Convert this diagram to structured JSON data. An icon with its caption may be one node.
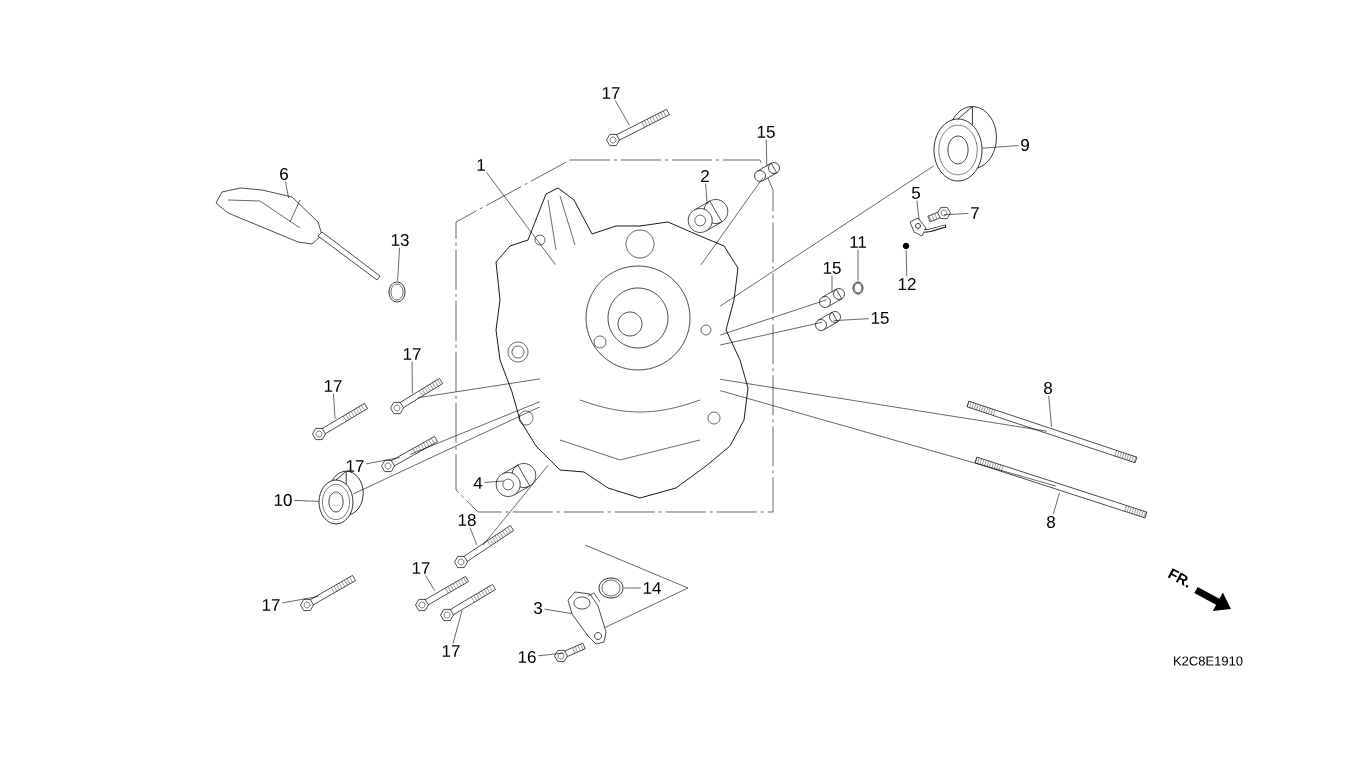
{
  "diagram": {
    "nodes": [
      {
        "text": [
          "17"
        ]
      },
      {
        "text": [],
        "shape": "picture"
      },
      {
        "text": [
          "1"
        ]
      },
      {
        "text": [],
        "shape": "picture"
      },
      {
        "text": [
          "15"
        ]
      },
      {
        "text": [],
        "shape": "picture"
      },
      {
        "text": [
          "2"
        ]
      },
      {
        "text": [],
        "shape": "picture"
      },
      {
        "text": [
          "6"
        ]
      },
      {
        "text": [],
        "shape": "picture"
      },
      {
        "text": [
          "13"
        ]
      },
      {
        "text": [],
        "shape": "picture"
      },
      {
        "text": [
          "9"
        ]
      },
      {
        "text": [],
        "shape": "picture"
      },
      {
        "text": [
          "5"
        ]
      },
      {
        "text": [],
        "shape": "picture"
      },
      {
        "text": [
          "7"
        ]
      },
      {
        "text": [],
        "shape": "picture"
      },
      {
        "text": [
          "11"
        ]
      },
      {
        "text": [],
        "shape": "picture"
      },
      {
        "text": [
          "12"
        ]
      },
      {
        "text": [],
        "shape": "picture"
      },
      {
        "text": [
          "15"
        ]
      },
      {
        "text": [],
        "shape": "picture"
      },
      {
        "text": [
          "15"
        ]
      },
      {
        "text": [],
        "shape": "picture"
      },
      {
        "text": [
          "17"
        ]
      },
      {
        "text": [],
        "shape": "picture"
      },
      {
        "text": [
          "17"
        ]
      },
      {
        "text": [],
        "shape": "picture"
      },
      {
        "text": [
          "8"
        ]
      },
      {
        "text": [],
        "shape": "picture"
      },
      {
        "text": [
          "17"
        ]
      },
      {
        "text": [],
        "shape": "picture"
      },
      {
        "text": [
          "4"
        ]
      },
      {
        "text": [],
        "shape": "picture"
      },
      {
        "text": [
          "10"
        ]
      },
      {
        "text": [],
        "shape": "picture"
      },
      {
        "text": [
          "18"
        ]
      },
      {
        "text": [],
        "shape": "picture"
      },
      {
        "text": [
          "17"
        ]
      },
      {
        "text": [],
        "shape": "picture"
      },
      {
        "text": [
          "8"
        ]
      },
      {
        "text": [],
        "shape": "picture"
      },
      {
        "text": [
          "14"
        ]
      },
      {
        "text": [],
        "shape": "picture"
      },
      {
        "text": [
          "17"
        ]
      },
      {
        "text": [],
        "shape": "picture"
      },
      {
        "text": [
          "3"
        ]
      },
      {
        "text": [],
        "shape": "picture"
      },
      {
        "text": [
          "17"
        ]
      },
      {
        "text": [],
        "shape": "picture"
      },
      {
        "text": [
          "16"
        ]
      },
      {
        "text": [],
        "shape": "picture"
      }
    ],
    "edges": [
      {
        "from": 0,
        "to": 1,
        "arrow": "none"
      },
      {
        "from": 2,
        "to": 3,
        "arrow": "none"
      },
      {
        "from": 4,
        "to": 5,
        "arrow": "none"
      },
      {
        "from": 6,
        "to": 7,
        "arrow": "none"
      },
      {
        "from": 8,
        "to": 9,
        "arrow": "none"
      },
      {
        "from": 10,
        "to": 11,
        "arrow": "none"
      },
      {
        "from": 12,
        "to": 13,
        "arrow": "none"
      },
      {
        "from": 14,
        "to": 15,
        "arrow": "none"
      },
      {
        "from": 16,
        "to": 17,
        "arrow": "none"
      },
      {
        "from": 18,
        "to": 19,
        "arrow": "none"
      },
      {
        "from": 20,
        "to": 21,
        "arrow": "none"
      },
      {
        "from": 22,
        "to": 23,
        "arrow": "none"
      },
      {
        "from": 24,
        "to": 25,
        "arrow": "none"
      },
      {
        "from": 26,
        "to": 27,
        "arrow": "none"
      },
      {
        "from": 28,
        "to": 29,
        "arrow": "none"
      },
      {
        "from": 30,
        "to": 31,
        "arrow": "none"
      },
      {
        "from": 32,
        "to": 33,
        "arrow": "none"
      },
      {
        "from": 34,
        "to": 35,
        "arrow": "none"
      },
      {
        "from": 36,
        "to": 37,
        "arrow": "none"
      },
      {
        "from": 38,
        "to": 39,
        "arrow": "none"
      },
      {
        "from": 40,
        "to": 41,
        "arrow": "none"
      },
      {
        "from": 42,
        "to": 43,
        "arrow": "none"
      },
      {
        "from": 44,
        "to": 45,
        "arrow": "none"
      },
      {
        "from": 46,
        "to": 47,
        "arrow": "none"
      },
      {
        "from": 48,
        "to": 49,
        "arrow": "none"
      },
      {
        "from": 50,
        "to": 51,
        "arrow": "none"
      },
      {
        "from": 52,
        "to": 53,
        "arrow": "none"
      },
      {
        "from": 5,
        "to": 3,
        "arrow": "none"
      },
      {
        "from": 13,
        "to": 3,
        "arrow": "none"
      },
      {
        "from": 23,
        "to": 3,
        "arrow": "none"
      },
      {
        "from": 25,
        "to": 3,
        "arrow": "none"
      },
      {
        "from": 27,
        "to": 3,
        "arrow": "none"
      },
      {
        "from": 31,
        "to": 3,
        "arrow": "none"
      },
      {
        "from": 33,
        "to": 3,
        "arrow": "none"
      },
      {
        "from": 37,
        "to": 3,
        "arrow": "none"
      },
      {
        "from": 39,
        "to": 3,
        "arrow": "none"
      },
      {
        "from": 43,
        "to": 3,
        "arrow": "none"
      }
    ],
    "labels": [
      "FR.",
      "K2C8E1910"
    ]
  }
}
